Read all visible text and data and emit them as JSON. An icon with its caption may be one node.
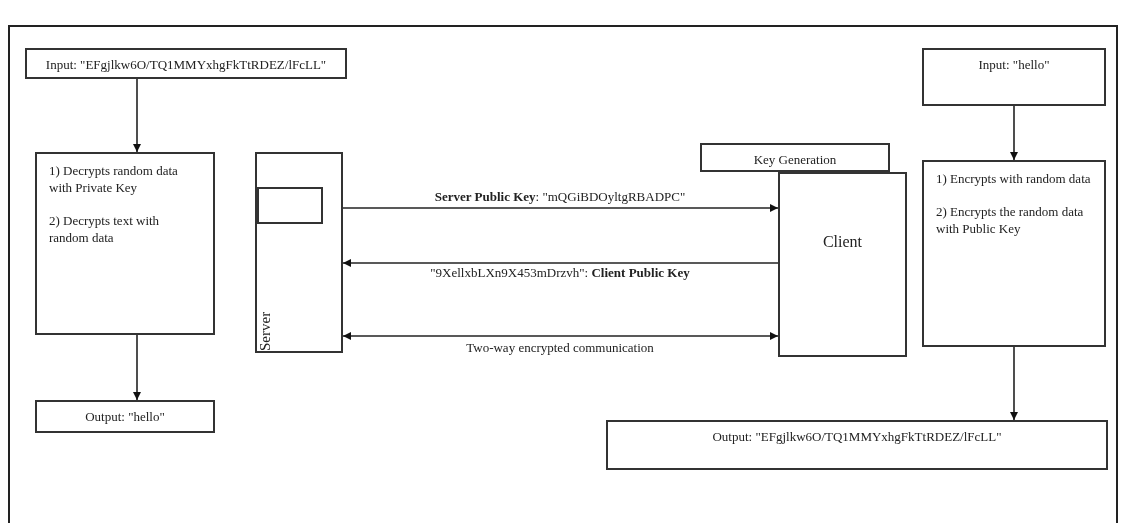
{
  "diagram": {
    "nodes": [
      {
        "text": [
          "Input: \"EFgjlkw6O/TQ1MMYxhgFkTtRDEZ/lFcLL\""
        ]
      },
      {
        "text": [
          "1) Decrypts random data with Private Key",
          "2) Decrypts text with random data"
        ]
      },
      {
        "text": [
          "Output: \"hello\""
        ]
      },
      {
        "text": [
          "Server"
        ]
      },
      {
        "text": [],
        "shape": "box",
        "in": 3
      },
      {
        "text": [
          "Key Generation"
        ]
      },
      {
        "text": [
          "Client"
        ]
      },
      {
        "text": [
          "Input: \"hello\""
        ]
      },
      {
        "text": [
          "1) Encrypts with random data",
          "2) Encrypts the random data with Public Key"
        ]
      },
      {
        "text": [
          "Output: \"EFgjlkw6O/TQ1MMYxhgFkTtRDEZ/lFcLL\""
        ]
      }
    ],
    "edges": [
      {
        "from": 0,
        "to": 1,
        "arrow": "to"
      },
      {
        "from": 1,
        "to": 2,
        "arrow": "to"
      },
      {
        "from": 3,
        "to": 6,
        "arrow": "to",
        "label": "**Server Public Key**: \"mQGiBDOyltgRBADPC\""
      },
      {
        "from": 6,
        "to": 3,
        "arrow": "to",
        "label": "\"9XellxbLXn9X453mDrzvh\": **Client Public Key**"
      },
      {
        "from": 3,
        "to": 6,
        "arrow": "both",
        "label": "Two-way encrypted communication"
      },
      {
        "from": 7,
        "to": 8,
        "arrow": "to"
      },
      {
        "from": 8,
        "to": 9,
        "arrow": "to"
      }
    ]
  }
}
